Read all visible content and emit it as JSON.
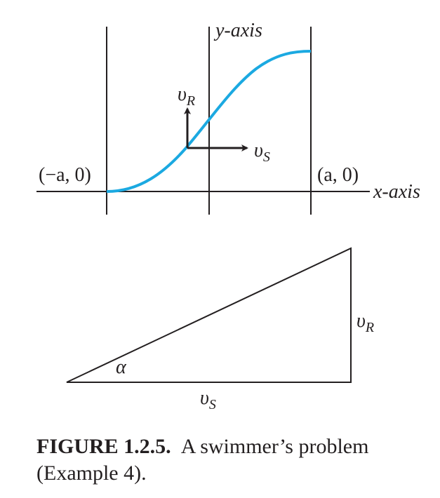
{
  "colors": {
    "curve": "#1ba9e1",
    "ink": "#231f20"
  },
  "axes": {
    "y_axis_label": "y-axis",
    "x_axis_label": "x-axis",
    "left_point_label": "(−a, 0)",
    "right_point_label": "(a, 0)"
  },
  "vectors": {
    "v_r_label": "υR",
    "v_s_label": "υS"
  },
  "triangle": {
    "angle_label": "α",
    "vertical_side_label": "υR",
    "base_label": "υS"
  },
  "caption": {
    "figure_label": "FIGURE 1.2.5.",
    "text": "A swimmer’s problem (Example 4)."
  }
}
